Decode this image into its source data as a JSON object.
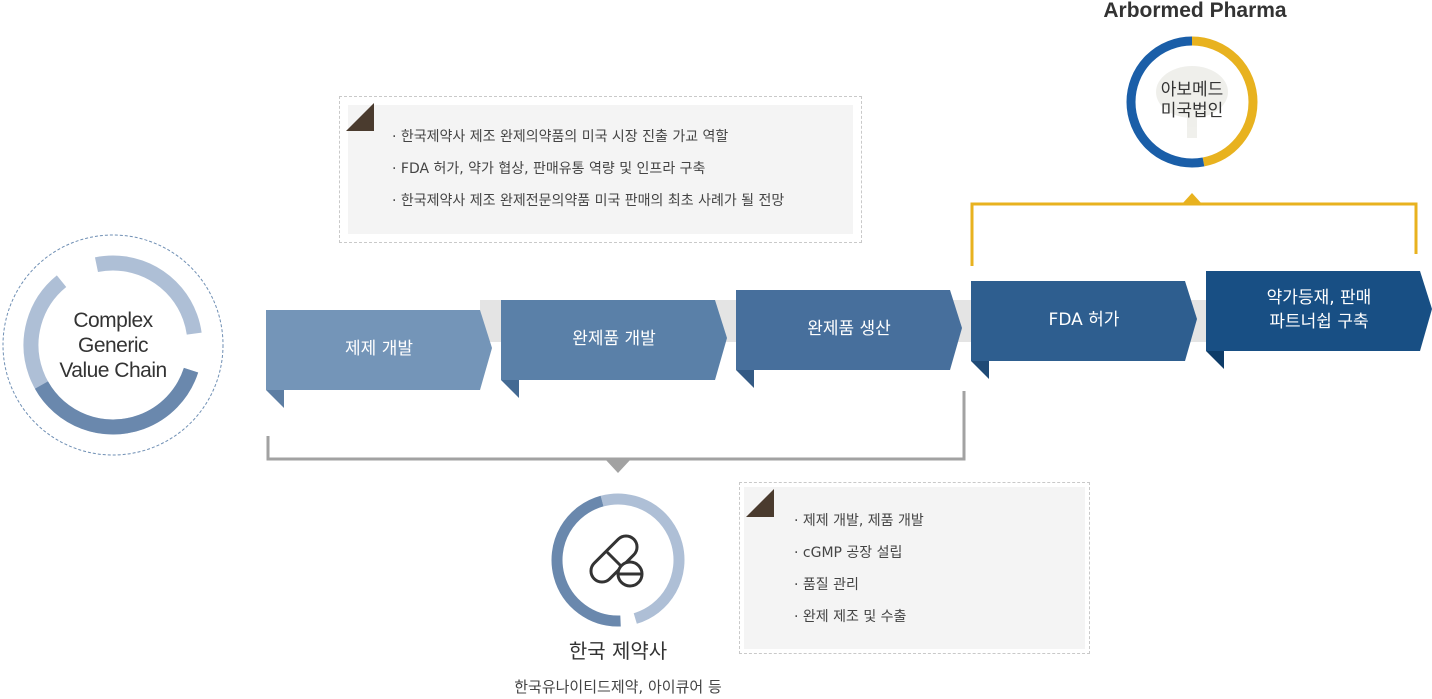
{
  "value_chain_label": [
    "Complex",
    "Generic",
    "Value Chain"
  ],
  "steps": [
    {
      "label_lines": [
        "제제 개발"
      ]
    },
    {
      "label_lines": [
        "완제품 개발"
      ]
    },
    {
      "label_lines": [
        "완제품 생산"
      ]
    },
    {
      "label_lines": [
        "FDA 허가"
      ]
    },
    {
      "label_lines": [
        "약가등재, 판매",
        "파트너쉽 구축"
      ]
    }
  ],
  "top_note": [
    "· 한국제약사 제조 완제의약품의 미국 시장 진출 가교 역할",
    "· FDA 허가, 약가 협상, 판매유통 역량 및 인프라 구축",
    "· 한국제약사 제조 완제전문의약품 미국 판매의 최초 사례가 될 전망"
  ],
  "arbormed": {
    "title": "Arbormed Pharma",
    "circle_label": [
      "아보메드",
      "미국법인"
    ]
  },
  "korean_pharma": {
    "title": "한국 제약사",
    "subtitle": "한국유나이티드제약, 아이큐어 등",
    "icon": "capsule-pill-icon"
  },
  "bottom_note": [
    "·  제제 개발, 제품 개발",
    "· cGMP 공장 설립",
    "· 품질 관리",
    "· 완제 제조 및 수출"
  ],
  "colors": {
    "step1": "#7495b8",
    "step2": "#5a80a8",
    "step3": "#476f9c",
    "step4": "#2e5e8f",
    "step5": "#184f84",
    "gold": "#e8b21f",
    "blue_ring": "#1a5ea8",
    "connector_gray": "#a2a2a2"
  }
}
